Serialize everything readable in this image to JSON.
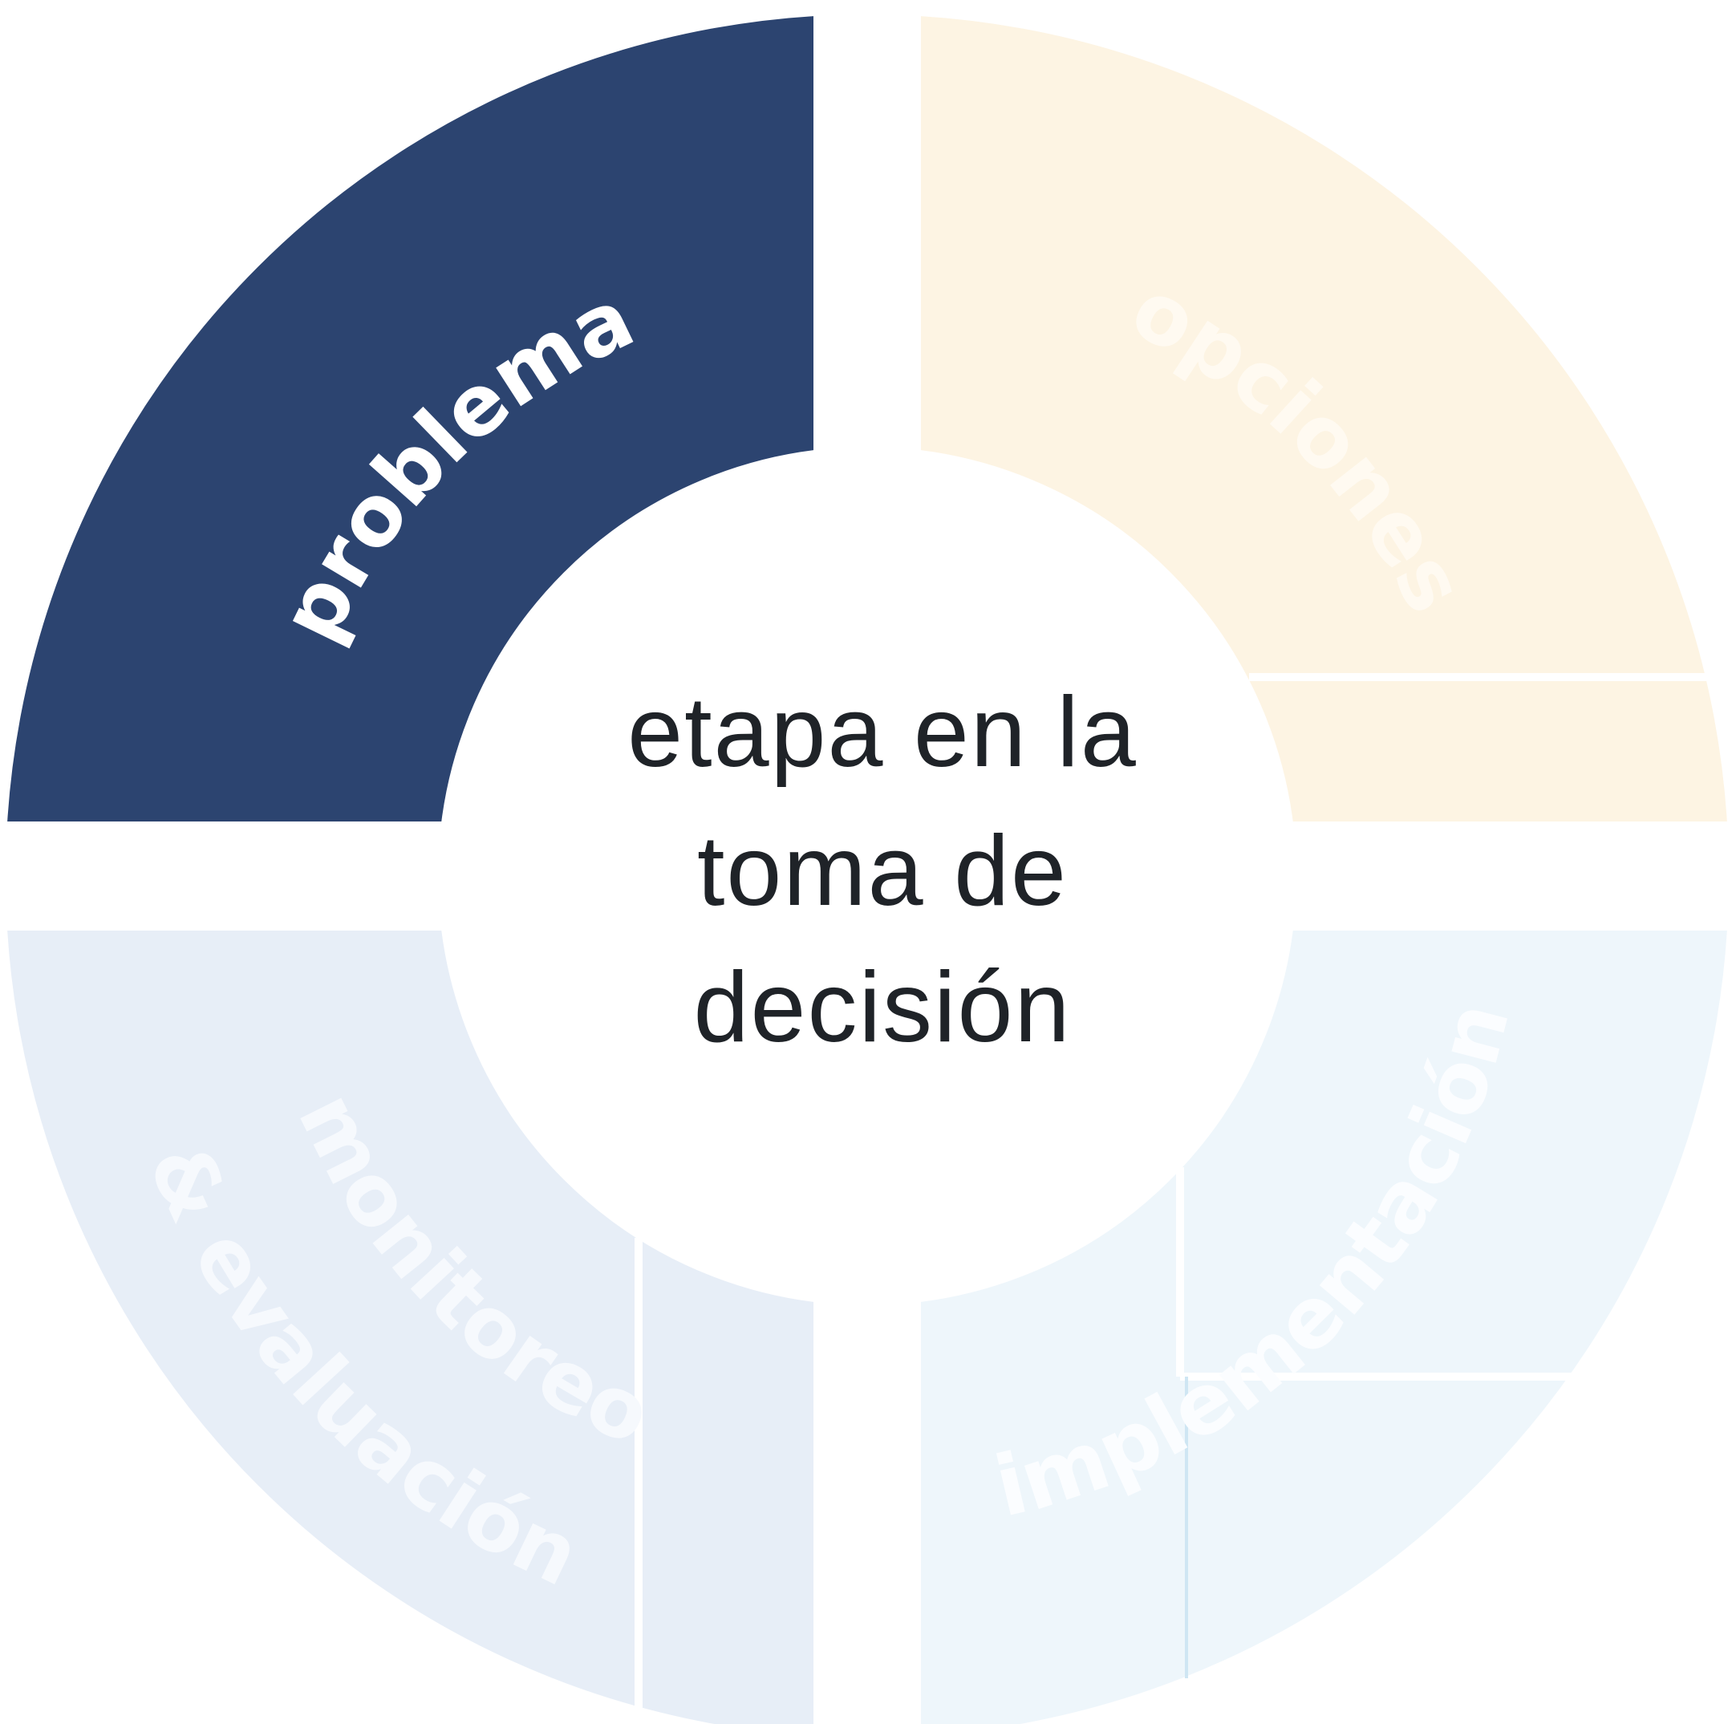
{
  "center": {
    "lines": [
      "etapa en la",
      "toma de",
      "decisión"
    ]
  },
  "segments": {
    "problema": {
      "label": "problema",
      "fill": "#2c4470",
      "text_color": "#ffffff",
      "active": true
    },
    "opciones": {
      "label": "opciones",
      "fill": "#fdf4e3",
      "text_color": "#fffaf1",
      "active": false
    },
    "implementacion": {
      "label": "implementación",
      "fill": "#eef6fb",
      "text_color": "#fbfdff",
      "active": false
    },
    "monitoreo": {
      "label_line1": "monitoreo",
      "label_line2": "& evaluación",
      "fill": "#e7eef7",
      "text_color": "#f6f9fd",
      "active": false
    }
  }
}
